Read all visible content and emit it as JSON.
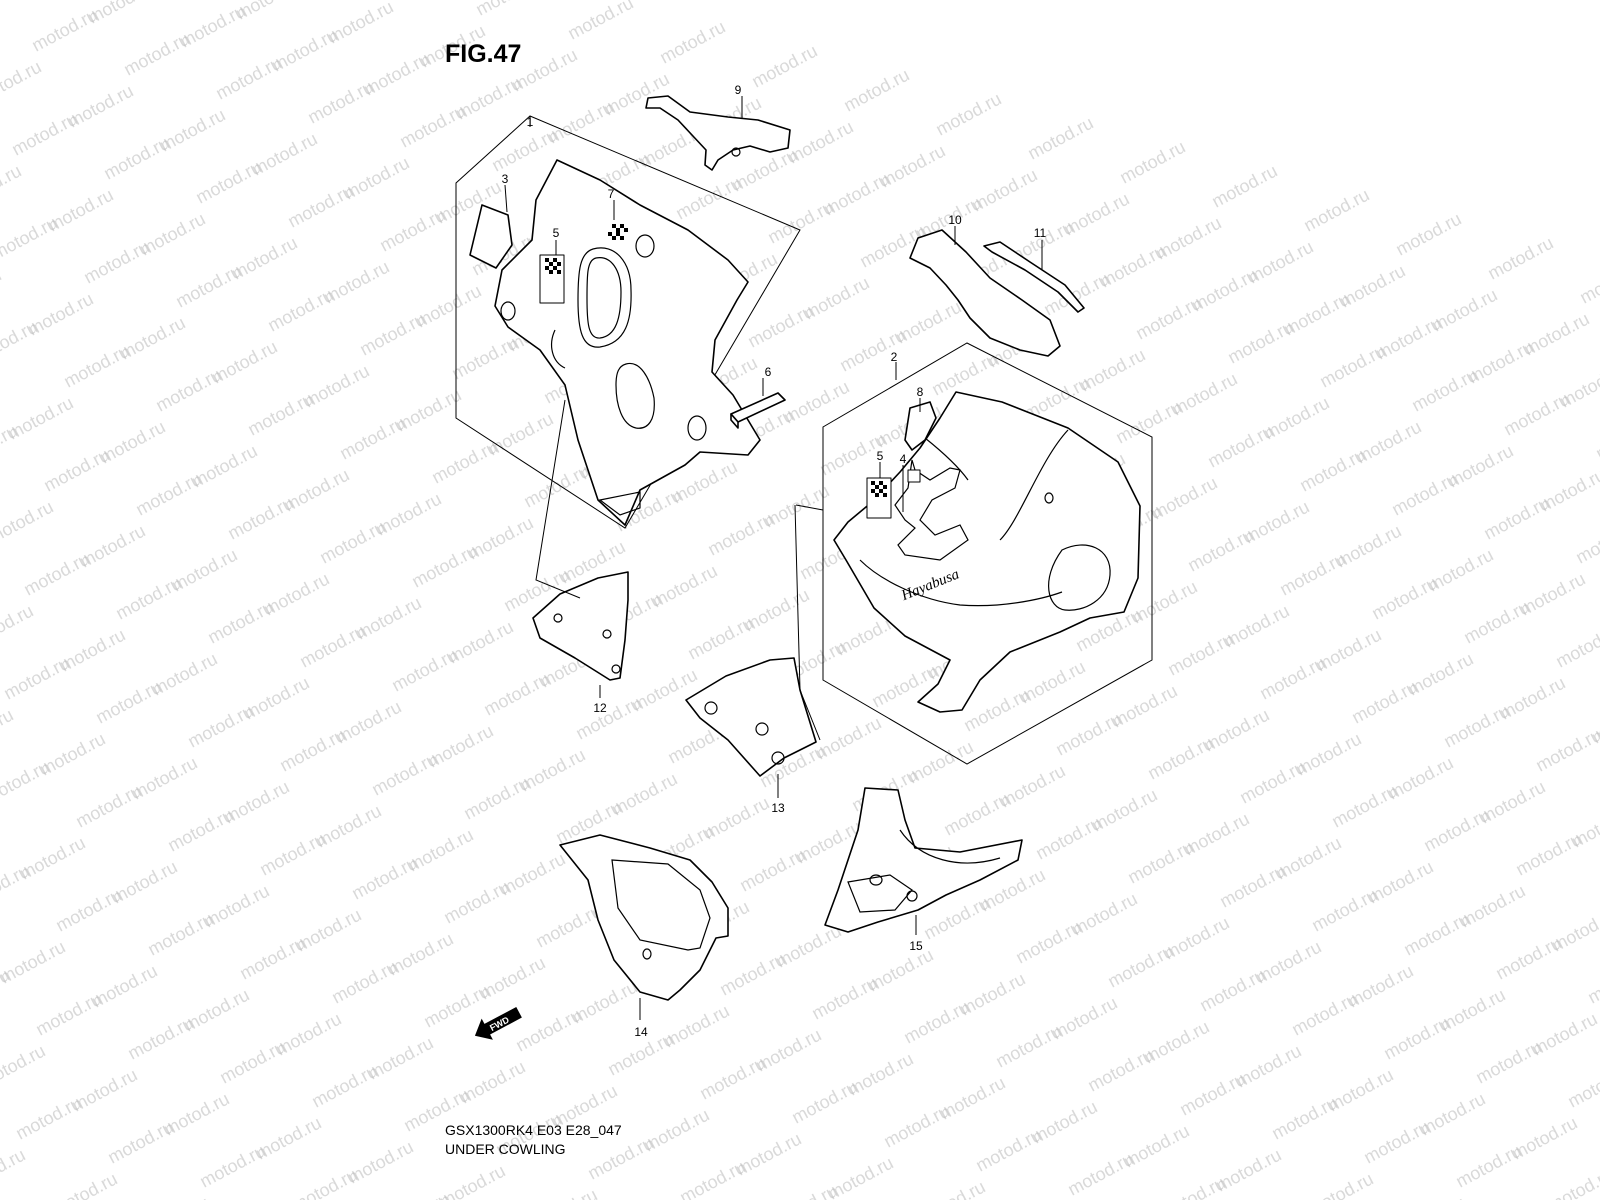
{
  "figure": {
    "title": "FIG.47",
    "model_code": "GSX1300RK4 E03 E28_047",
    "section_name": "UNDER COWLING"
  },
  "watermark": {
    "text": "motod.ru",
    "color": "#b9b9b9"
  },
  "callouts": [
    {
      "id": "1"
    },
    {
      "id": "2"
    },
    {
      "id": "3"
    },
    {
      "id": "4"
    },
    {
      "id": "5"
    },
    {
      "id": "5"
    },
    {
      "id": "6"
    },
    {
      "id": "7"
    },
    {
      "id": "8"
    },
    {
      "id": "9"
    },
    {
      "id": "10"
    },
    {
      "id": "11"
    },
    {
      "id": "12"
    },
    {
      "id": "13"
    },
    {
      "id": "14"
    },
    {
      "id": "15"
    }
  ],
  "fwd_arrow": {
    "label": "FWD",
    "icon": "fwd-arrow-icon"
  },
  "badge_script": "Hayabusa"
}
